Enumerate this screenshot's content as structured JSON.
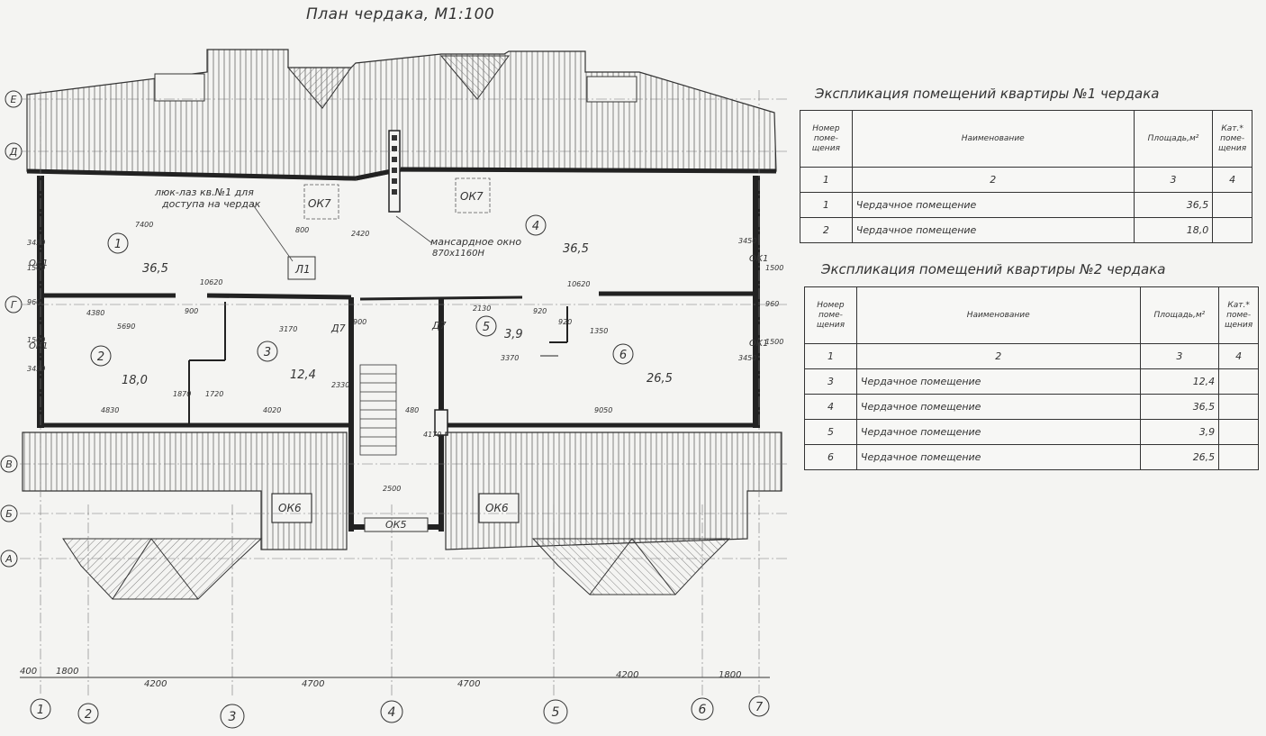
{
  "title": "План чердака, М1:100",
  "axes_letters": [
    "Е",
    "Д",
    "Г",
    "В",
    "Б",
    "А"
  ],
  "axes_numbers": [
    "1",
    "2",
    "3",
    "4",
    "5",
    "6",
    "7"
  ],
  "bottom_dims": [
    "400",
    "1800",
    "4200",
    "4700",
    "4700",
    "4200",
    "1800"
  ],
  "rooms": [
    {
      "num": "1",
      "area": "36,5"
    },
    {
      "num": "2",
      "area": "18,0"
    },
    {
      "num": "3",
      "area": "12,4"
    },
    {
      "num": "4",
      "area": "36,5"
    },
    {
      "num": "5",
      "area": "3,9"
    },
    {
      "num": "6",
      "area": "26,5"
    }
  ],
  "labels": {
    "ok7a": "ОК7",
    "ok7b": "ОК7",
    "ok6a": "ОК6",
    "ok6b": "ОК6",
    "ok5": "ОК5",
    "ok1a": "ОК1",
    "ok1b": "ОК1",
    "ok1c": "ОК1",
    "ok1d": "ОК1",
    "l1": "Л1",
    "d7a": "Д7",
    "d7b": "Д7",
    "hatch_note1": "люк-лаз кв.№1 для",
    "hatch_note2": "доступа на чердак",
    "window_note1": "мансардное окно",
    "window_note2": "870х1160Н"
  },
  "dims": {
    "d7400": "7400",
    "d800": "800",
    "d2420": "2420",
    "d10620a": "10620",
    "d10620b": "10620",
    "d4380": "4380",
    "d900a": "900",
    "d5690": "5690",
    "d3170": "3170",
    "d900b": "900",
    "d2130": "2130",
    "d920a": "920",
    "d920b": "920",
    "d1350": "1350",
    "d3370": "3370",
    "d4830": "4830",
    "d4020": "4020",
    "d9050": "9050",
    "d2500": "2500",
    "d480": "480",
    "d1870": "1870",
    "d1720": "1720",
    "d2330": "2330",
    "d4170": "4170",
    "d3450a": "3450",
    "d3450b": "3450",
    "d3450c": "3450",
    "d3450d": "3450",
    "d1500a": "1500",
    "d1500b": "1500",
    "d1500c": "1500",
    "d1500d": "1500",
    "d960a": "960",
    "d960b": "960"
  },
  "table1": {
    "caption": "Экспликация помещений квартиры №1 чердака",
    "headers": {
      "num": "Номер поме- щения",
      "name": "Наименование",
      "area": "Площадь,м²",
      "cat": "Кат.* поме- щения"
    },
    "index_row": [
      "1",
      "2",
      "3",
      "4"
    ],
    "rows": [
      {
        "num": "1",
        "name": "Чердачное помещение",
        "area": "36,5",
        "cat": ""
      },
      {
        "num": "2",
        "name": "Чердачное помещение",
        "area": "18,0",
        "cat": ""
      }
    ]
  },
  "table2": {
    "caption": "Экспликация помещений квартиры №2 чердака",
    "headers": {
      "num": "Номер поме- щения",
      "name": "Наименование",
      "area": "Площадь,м²",
      "cat": "Кат.* поме- щения"
    },
    "index_row": [
      "1",
      "2",
      "3",
      "4"
    ],
    "rows": [
      {
        "num": "3",
        "name": "Чердачное помещение",
        "area": "12,4",
        "cat": ""
      },
      {
        "num": "4",
        "name": "Чердачное помещение",
        "area": "36,5",
        "cat": ""
      },
      {
        "num": "5",
        "name": "Чердачное помещение",
        "area": "3,9",
        "cat": ""
      },
      {
        "num": "6",
        "name": "Чердачное помещение",
        "area": "26,5",
        "cat": ""
      }
    ]
  }
}
